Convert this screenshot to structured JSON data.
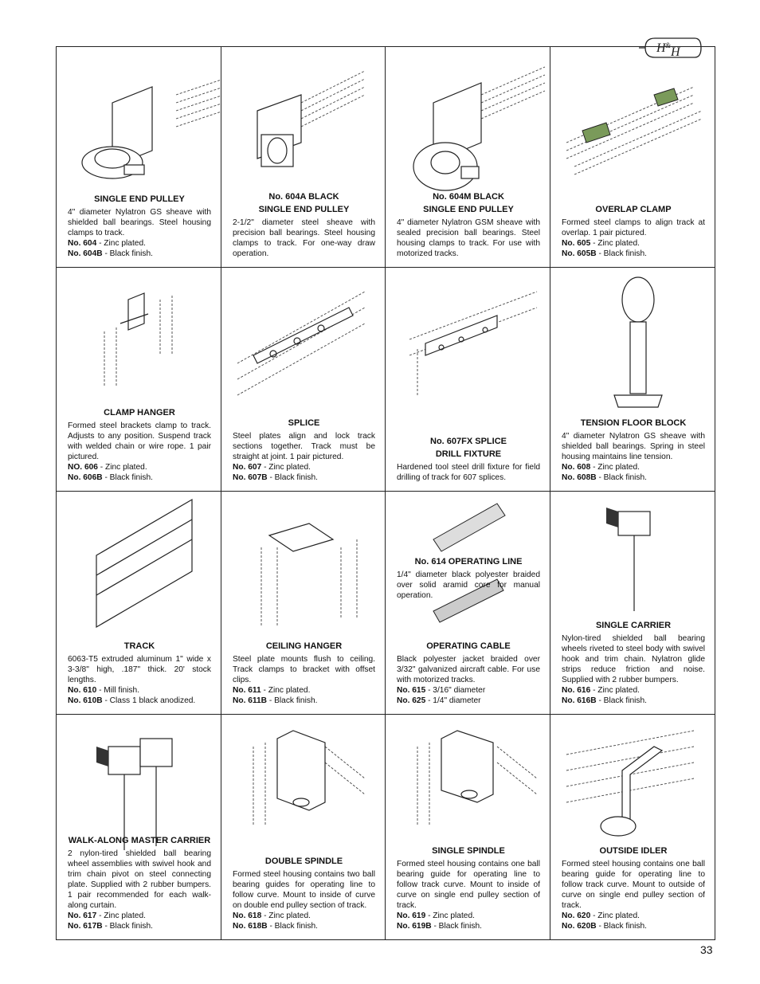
{
  "logo_text": "H&H",
  "page_number": "33",
  "cells": [
    {
      "titles": [
        "SINGLE END PULLEY"
      ],
      "desc": "4\" diameter Nylatron GS sheave with shielded ball bearings. Steel housing clamps to track.",
      "parts": [
        {
          "no": "No. 604",
          "text": " - Zinc plated."
        },
        {
          "no": "No. 604B",
          "text": " - Black finish."
        }
      ]
    },
    {
      "titles": [
        "No. 604A BLACK",
        "SINGLE END PULLEY"
      ],
      "desc": "2-1/2\" diameter steel sheave with precision ball bearings. Steel housing clamps to track. For one-way draw operation.",
      "parts": []
    },
    {
      "titles": [
        "No. 604M BLACK",
        "SINGLE END PULLEY"
      ],
      "desc": "4\" diameter Nylatron GSM sheave with sealed precision ball bearings. Steel housing clamps to track. For use with motorized tracks.",
      "parts": []
    },
    {
      "titles": [
        "OVERLAP CLAMP"
      ],
      "desc": "Formed steel clamps to align track at overlap. 1 pair pictured.",
      "parts": [
        {
          "no": "No. 605",
          "text": " - Zinc plated."
        },
        {
          "no": "No. 605B",
          "text": " - Black finish."
        }
      ]
    },
    {
      "titles": [
        "CLAMP HANGER"
      ],
      "desc": "Formed steel brackets clamp to track. Adjusts to any position. Suspend track with welded chain or wire rope. 1 pair pictured.",
      "parts": [
        {
          "no": "NO. 606",
          "text": " - Zinc plated."
        },
        {
          "no": "No. 606B",
          "text": " - Black finish."
        }
      ]
    },
    {
      "titles": [
        "SPLICE"
      ],
      "desc": "Steel plates align and lock track sections together. Track must be straight at joint. 1 pair pictured.",
      "parts": [
        {
          "no": "No. 607",
          "text": " - Zinc plated."
        },
        {
          "no": "No. 607B",
          "text": " - Black finish."
        }
      ]
    },
    {
      "titles": [
        "No. 607FX SPLICE",
        "DRILL FIXTURE"
      ],
      "desc": "Hardened tool steel drill fixture for field drilling of track for 607 splices.",
      "parts": []
    },
    {
      "titles": [
        "TENSION FLOOR BLOCK"
      ],
      "desc": "4\" diameter Nylatron GS sheave with shielded ball bearings. Spring in steel housing maintains line tension.",
      "parts": [
        {
          "no": "No. 608",
          "text": " - Zinc plated."
        },
        {
          "no": "No. 608B",
          "text": " - Black finish."
        }
      ]
    },
    {
      "titles": [
        "TRACK"
      ],
      "desc": "6063-T5 extruded aluminum 1\" wide x 3-3/8\" high, .187\" thick. 20' stock lengths.",
      "parts": [
        {
          "no": "No. 610",
          "text": " - Mill finish."
        },
        {
          "no": "No. 610B",
          "text": " - Class 1 black anodized."
        }
      ]
    },
    {
      "titles": [
        "CEILING HANGER"
      ],
      "desc": "Steel plate mounts flush to ceiling. Track clamps to bracket with offset clips.",
      "parts": [
        {
          "no": "No. 611",
          "text": " - Zinc plated."
        },
        {
          "no": "No. 611B",
          "text": " - Black finish."
        }
      ]
    },
    {
      "titles": [
        "OPERATING CABLE"
      ],
      "desc": "Black polyester jacket braided over 3/32\" galvanized aircraft cable. For use with motorized tracks.",
      "parts": [
        {
          "no": "No. 615",
          "text": " - 3/16\" diameter"
        },
        {
          "no": "No. 625",
          "text": " - 1/4\" diameter"
        }
      ],
      "upper": {
        "title": "No. 614 OPERATING LINE",
        "desc": "1/4\" diameter black polyester braided over solid aramid core for manual operation."
      }
    },
    {
      "titles": [
        "SINGLE CARRIER"
      ],
      "desc": "Nylon-tired shielded ball bearing wheels riveted to steel body with swivel hook and trim chain. Nylatron glide strips reduce friction and noise. Supplied with 2 rubber bumpers.",
      "parts": [
        {
          "no": "No. 616",
          "text": " - Zinc plated."
        },
        {
          "no": "No. 616B",
          "text": " - Black finish."
        }
      ]
    },
    {
      "titles": [
        "WALK-ALONG MASTER CARRIER"
      ],
      "desc": "2 nylon-tired shielded ball bearing wheel assemblies with swivel hook and trim chain pivot on steel connecting plate. Supplied with 2 rubber bumpers. 1 pair recommended for each walk-along curtain.",
      "parts": [
        {
          "no": "No. 617",
          "text": " - Zinc plated."
        },
        {
          "no": "No. 617B",
          "text": " - Black finish."
        }
      ]
    },
    {
      "titles": [
        "DOUBLE SPINDLE"
      ],
      "desc": "Formed steel housing contains two ball bearing guides for operating line to follow curve. Mount to inside of curve on double end pulley section of track.",
      "parts": [
        {
          "no": "No. 618",
          "text": " - Zinc plated."
        },
        {
          "no": "No. 618B",
          "text": " - Black finish."
        }
      ]
    },
    {
      "titles": [
        "SINGLE SPINDLE"
      ],
      "desc": "Formed steel housing contains one ball bearing guide for operating line to follow track curve. Mount to inside of curve on single end pulley section of track.",
      "parts": [
        {
          "no": "No. 619",
          "text": " - Zinc plated."
        },
        {
          "no": "No. 619B",
          "text": " - Black finish."
        }
      ]
    },
    {
      "titles": [
        "OUTSIDE IDLER"
      ],
      "desc": "Formed steel housing contains one ball bearing guide for operating line to follow track curve. Mount to outside of curve on single end pulley section of track.",
      "parts": [
        {
          "no": "No. 620",
          "text": " - Zinc plated."
        },
        {
          "no": "No. 620B",
          "text": " - Black finish."
        }
      ]
    }
  ]
}
